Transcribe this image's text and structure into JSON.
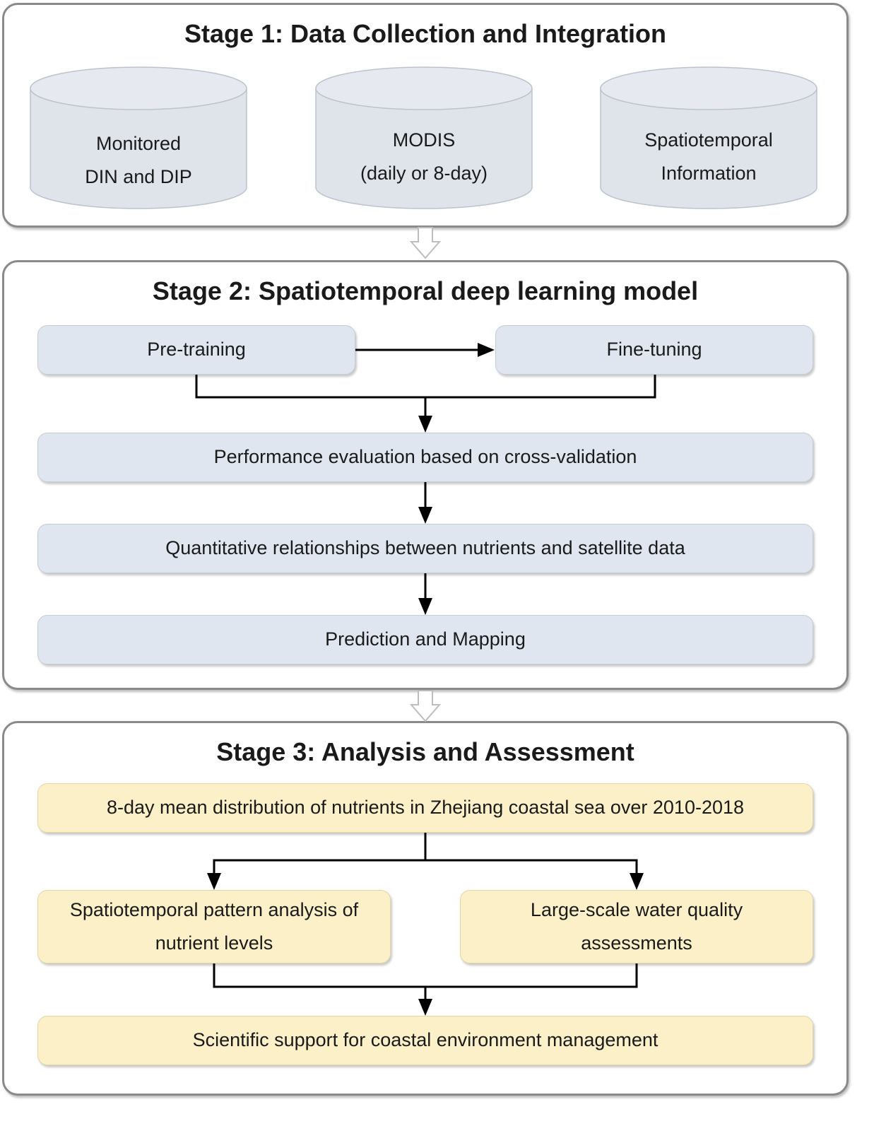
{
  "stage1": {
    "title": "Stage 1: Data Collection and Integration",
    "sources": [
      {
        "line1": "Monitored",
        "line2": "DIN and DIP"
      },
      {
        "line1": "MODIS",
        "line2": "(daily or 8-day)"
      },
      {
        "line1": "Spatiotemporal",
        "line2": "Information"
      }
    ]
  },
  "stage2": {
    "title": "Stage 2: Spatiotemporal deep learning model",
    "pretraining": "Pre-training",
    "finetuning": "Fine-tuning",
    "evaluation": "Performance evaluation based on cross-validation",
    "relationships": "Quantitative relationships between nutrients and satellite data",
    "prediction": "Prediction and Mapping"
  },
  "stage3": {
    "title": "Stage 3: Analysis and Assessment",
    "distribution": "8-day mean distribution of nutrients in Zhejiang coastal sea over 2010-2018",
    "pattern_line1": "Spatiotemporal pattern analysis of",
    "pattern_line2": "nutrient levels",
    "quality_line1": "Large-scale water quality",
    "quality_line2": "assessments",
    "support": "Scientific support for coastal environment management"
  },
  "colors": {
    "blue_box": "#dfe6ef",
    "cream_box": "#fbf0c8",
    "cylinder": "#dfe3ea",
    "border": "#8a8a8a"
  }
}
